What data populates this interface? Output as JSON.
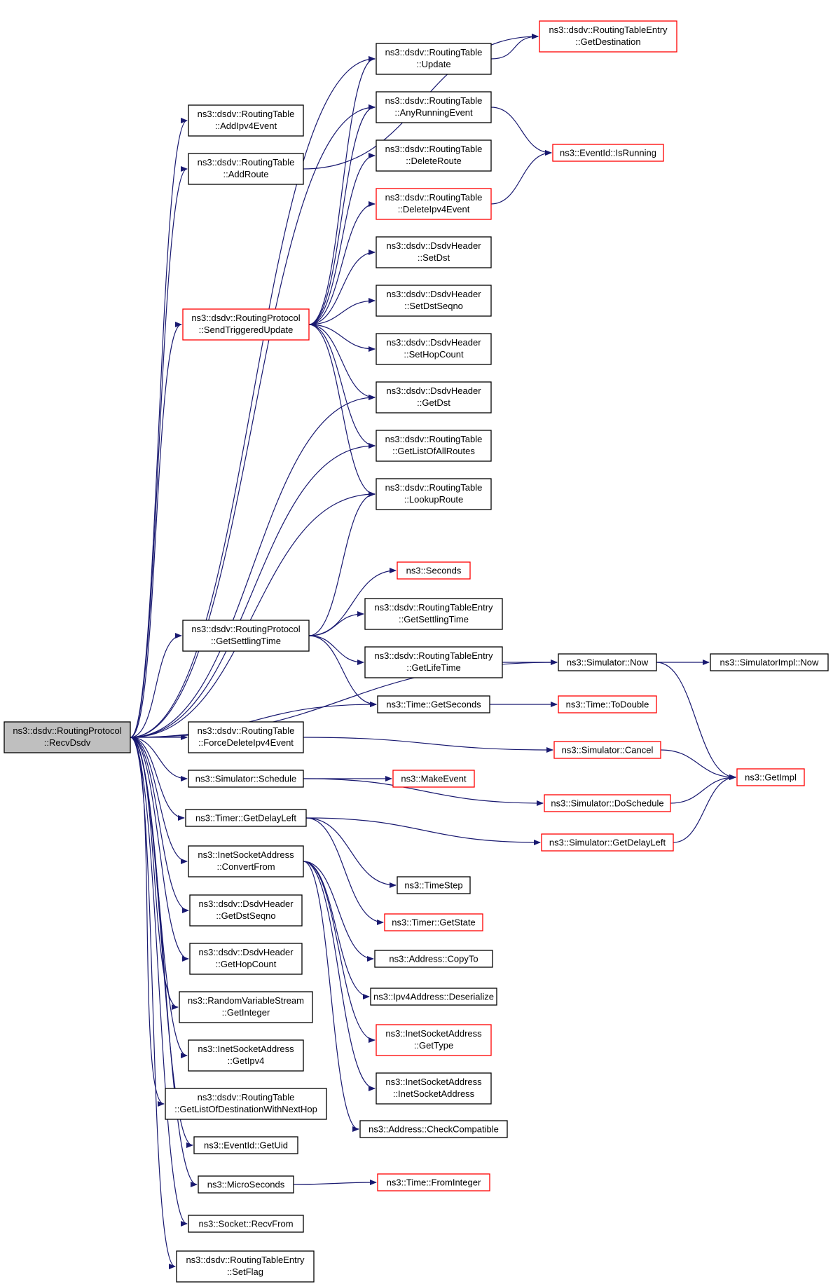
{
  "colors": {
    "edge": "#191970",
    "border_default": "#000000",
    "border_truncated": "#ff0000",
    "selected_fill": "#bfbfbf",
    "node_fill": "#ffffff"
  },
  "nodes": [
    {
      "id": "recv",
      "lines": [
        "ns3::dsdv::RoutingProtocol",
        "::RecvDsdv"
      ],
      "border": "black",
      "selected": true
    },
    {
      "id": "addIpv4Event",
      "lines": [
        "ns3::dsdv::RoutingTable",
        "::AddIpv4Event"
      ],
      "border": "black"
    },
    {
      "id": "addRoute",
      "lines": [
        "ns3::dsdv::RoutingTable",
        "::AddRoute"
      ],
      "border": "black"
    },
    {
      "id": "sendTriggered",
      "lines": [
        "ns3::dsdv::RoutingProtocol",
        "::SendTriggeredUpdate"
      ],
      "border": "red"
    },
    {
      "id": "getSettlingTime",
      "lines": [
        "ns3::dsdv::RoutingProtocol",
        "::GetSettlingTime"
      ],
      "border": "black"
    },
    {
      "id": "forceDelete",
      "lines": [
        "ns3::dsdv::RoutingTable",
        "::ForceDeleteIpv4Event"
      ],
      "border": "black"
    },
    {
      "id": "schedule",
      "lines": [
        "ns3::Simulator::Schedule"
      ],
      "border": "black"
    },
    {
      "id": "timerGetDelayLeft",
      "lines": [
        "ns3::Timer::GetDelayLeft"
      ],
      "border": "black"
    },
    {
      "id": "convertFrom",
      "lines": [
        "ns3::InetSocketAddress",
        "::ConvertFrom"
      ],
      "border": "black"
    },
    {
      "id": "getDstSeqno",
      "lines": [
        "ns3::dsdv::DsdvHeader",
        "::GetDstSeqno"
      ],
      "border": "black"
    },
    {
      "id": "getHopCount",
      "lines": [
        "ns3::dsdv::DsdvHeader",
        "::GetHopCount"
      ],
      "border": "black"
    },
    {
      "id": "getInteger",
      "lines": [
        "ns3::RandomVariableStream",
        "::GetInteger"
      ],
      "border": "black"
    },
    {
      "id": "getIpv4",
      "lines": [
        "ns3::InetSocketAddress",
        "::GetIpv4"
      ],
      "border": "black"
    },
    {
      "id": "getListDestNextHop",
      "lines": [
        "ns3::dsdv::RoutingTable",
        "::GetListOfDestinationWithNextHop"
      ],
      "border": "black"
    },
    {
      "id": "getUid",
      "lines": [
        "ns3::EventId::GetUid"
      ],
      "border": "black"
    },
    {
      "id": "microSeconds",
      "lines": [
        "ns3::MicroSeconds"
      ],
      "border": "black"
    },
    {
      "id": "recvFrom",
      "lines": [
        "ns3::Socket::RecvFrom"
      ],
      "border": "black"
    },
    {
      "id": "setFlag",
      "lines": [
        "ns3::dsdv::RoutingTableEntry",
        "::SetFlag"
      ],
      "border": "black"
    },
    {
      "id": "update",
      "lines": [
        "ns3::dsdv::RoutingTable",
        "::Update"
      ],
      "border": "black"
    },
    {
      "id": "anyRunning",
      "lines": [
        "ns3::dsdv::RoutingTable",
        "::AnyRunningEvent"
      ],
      "border": "black"
    },
    {
      "id": "deleteRoute",
      "lines": [
        "ns3::dsdv::RoutingTable",
        "::DeleteRoute"
      ],
      "border": "black"
    },
    {
      "id": "deleteIpv4Event",
      "lines": [
        "ns3::dsdv::RoutingTable",
        "::DeleteIpv4Event"
      ],
      "border": "red"
    },
    {
      "id": "setDst",
      "lines": [
        "ns3::dsdv::DsdvHeader",
        "::SetDst"
      ],
      "border": "black"
    },
    {
      "id": "setDstSeqno",
      "lines": [
        "ns3::dsdv::DsdvHeader",
        "::SetDstSeqno"
      ],
      "border": "black"
    },
    {
      "id": "setHopCount",
      "lines": [
        "ns3::dsdv::DsdvHeader",
        "::SetHopCount"
      ],
      "border": "black"
    },
    {
      "id": "getDst",
      "lines": [
        "ns3::dsdv::DsdvHeader",
        "::GetDst"
      ],
      "border": "black"
    },
    {
      "id": "getListAll",
      "lines": [
        "ns3::dsdv::RoutingTable",
        "::GetListOfAllRoutes"
      ],
      "border": "black"
    },
    {
      "id": "lookupRoute",
      "lines": [
        "ns3::dsdv::RoutingTable",
        "::LookupRoute"
      ],
      "border": "black"
    },
    {
      "id": "seconds",
      "lines": [
        "ns3::Seconds"
      ],
      "border": "red"
    },
    {
      "id": "rteGetSettlingTime",
      "lines": [
        "ns3::dsdv::RoutingTableEntry",
        "::GetSettlingTime"
      ],
      "border": "black"
    },
    {
      "id": "rteGetLifeTime",
      "lines": [
        "ns3::dsdv::RoutingTableEntry",
        "::GetLifeTime"
      ],
      "border": "black"
    },
    {
      "id": "timeGetSeconds",
      "lines": [
        "ns3::Time::GetSeconds"
      ],
      "border": "black"
    },
    {
      "id": "makeEvent",
      "lines": [
        "ns3::MakeEvent"
      ],
      "border": "red"
    },
    {
      "id": "timeStep",
      "lines": [
        "ns3::TimeStep"
      ],
      "border": "black"
    },
    {
      "id": "timerGetState",
      "lines": [
        "ns3::Timer::GetState"
      ],
      "border": "red"
    },
    {
      "id": "copyTo",
      "lines": [
        "ns3::Address::CopyTo"
      ],
      "border": "black"
    },
    {
      "id": "deserialize",
      "lines": [
        "ns3::Ipv4Address::Deserialize"
      ],
      "border": "black"
    },
    {
      "id": "getType",
      "lines": [
        "ns3::InetSocketAddress",
        "::GetType"
      ],
      "border": "red"
    },
    {
      "id": "inetCtor",
      "lines": [
        "ns3::InetSocketAddress",
        "::InetSocketAddress"
      ],
      "border": "black"
    },
    {
      "id": "checkCompat",
      "lines": [
        "ns3::Address::CheckCompatible"
      ],
      "border": "black"
    },
    {
      "id": "fromInteger",
      "lines": [
        "ns3::Time::FromInteger"
      ],
      "border": "red"
    },
    {
      "id": "getDestination",
      "lines": [
        "ns3::dsdv::RoutingTableEntry",
        "::GetDestination"
      ],
      "border": "red"
    },
    {
      "id": "isRunning",
      "lines": [
        "ns3::EventId::IsRunning"
      ],
      "border": "red"
    },
    {
      "id": "simNow",
      "lines": [
        "ns3::Simulator::Now"
      ],
      "border": "black"
    },
    {
      "id": "toDouble",
      "lines": [
        "ns3::Time::ToDouble"
      ],
      "border": "red"
    },
    {
      "id": "simCancel",
      "lines": [
        "ns3::Simulator::Cancel"
      ],
      "border": "red"
    },
    {
      "id": "doSchedule",
      "lines": [
        "ns3::Simulator::DoSchedule"
      ],
      "border": "red"
    },
    {
      "id": "simGetDelayLeft",
      "lines": [
        "ns3::Simulator::GetDelayLeft"
      ],
      "border": "red"
    },
    {
      "id": "simImplNow",
      "lines": [
        "ns3::SimulatorImpl::Now"
      ],
      "border": "black"
    },
    {
      "id": "getImpl",
      "lines": [
        "ns3::GetImpl"
      ],
      "border": "red"
    }
  ],
  "edges": [
    [
      "recv",
      "addIpv4Event"
    ],
    [
      "recv",
      "addRoute"
    ],
    [
      "recv",
      "sendTriggered"
    ],
    [
      "recv",
      "getSettlingTime"
    ],
    [
      "recv",
      "forceDelete"
    ],
    [
      "recv",
      "schedule"
    ],
    [
      "recv",
      "timerGetDelayLeft"
    ],
    [
      "recv",
      "convertFrom"
    ],
    [
      "recv",
      "getDstSeqno"
    ],
    [
      "recv",
      "getHopCount"
    ],
    [
      "recv",
      "getInteger"
    ],
    [
      "recv",
      "getIpv4"
    ],
    [
      "recv",
      "getListDestNextHop"
    ],
    [
      "recv",
      "getUid"
    ],
    [
      "recv",
      "microSeconds"
    ],
    [
      "recv",
      "recvFrom"
    ],
    [
      "recv",
      "setFlag"
    ],
    [
      "recv",
      "update"
    ],
    [
      "recv",
      "anyRunning"
    ],
    [
      "recv",
      "getDst"
    ],
    [
      "recv",
      "getListAll"
    ],
    [
      "recv",
      "lookupRoute"
    ],
    [
      "recv",
      "simNow"
    ],
    [
      "recv",
      "timeGetSeconds"
    ],
    [
      "addRoute",
      "getDestination"
    ],
    [
      "sendTriggered",
      "update"
    ],
    [
      "sendTriggered",
      "anyRunning"
    ],
    [
      "sendTriggered",
      "deleteRoute"
    ],
    [
      "sendTriggered",
      "deleteIpv4Event"
    ],
    [
      "sendTriggered",
      "setDst"
    ],
    [
      "sendTriggered",
      "setDstSeqno"
    ],
    [
      "sendTriggered",
      "setHopCount"
    ],
    [
      "sendTriggered",
      "getDst"
    ],
    [
      "sendTriggered",
      "getListAll"
    ],
    [
      "sendTriggered",
      "lookupRoute"
    ],
    [
      "getSettlingTime",
      "lookupRoute"
    ],
    [
      "getSettlingTime",
      "seconds"
    ],
    [
      "getSettlingTime",
      "rteGetSettlingTime"
    ],
    [
      "getSettlingTime",
      "rteGetLifeTime"
    ],
    [
      "getSettlingTime",
      "timeGetSeconds"
    ],
    [
      "forceDelete",
      "simCancel"
    ],
    [
      "schedule",
      "makeEvent"
    ],
    [
      "schedule",
      "doSchedule"
    ],
    [
      "timerGetDelayLeft",
      "simGetDelayLeft"
    ],
    [
      "timerGetDelayLeft",
      "timeStep"
    ],
    [
      "timerGetDelayLeft",
      "timerGetState"
    ],
    [
      "convertFrom",
      "copyTo"
    ],
    [
      "convertFrom",
      "deserialize"
    ],
    [
      "convertFrom",
      "getType"
    ],
    [
      "convertFrom",
      "inetCtor"
    ],
    [
      "convertFrom",
      "checkCompat"
    ],
    [
      "microSeconds",
      "fromInteger"
    ],
    [
      "update",
      "getDestination"
    ],
    [
      "anyRunning",
      "isRunning"
    ],
    [
      "deleteIpv4Event",
      "isRunning"
    ],
    [
      "rteGetLifeTime",
      "simNow"
    ],
    [
      "timeGetSeconds",
      "toDouble"
    ],
    [
      "simNow",
      "simImplNow"
    ],
    [
      "simNow",
      "getImpl"
    ],
    [
      "simCancel",
      "getImpl"
    ],
    [
      "doSchedule",
      "getImpl"
    ],
    [
      "simGetDelayLeft",
      "getImpl"
    ]
  ]
}
